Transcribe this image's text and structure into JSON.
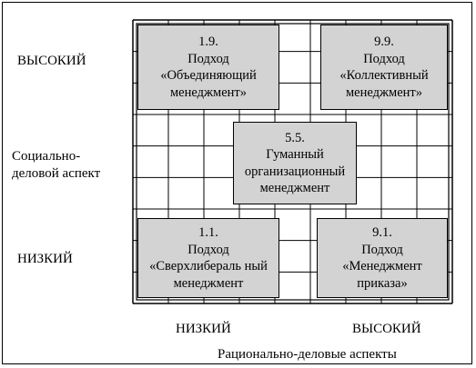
{
  "axes": {
    "y_high": "ВЫСОКИЙ",
    "y_title": "Социально-деловой аспект",
    "y_low": "НИЗКИЙ",
    "x_low": "НИЗКИЙ",
    "x_high": "ВЫСОКИЙ",
    "x_title": "Рационально-деловые аспекты"
  },
  "approaches": {
    "top_left": {
      "code": "1.9.",
      "kind": "Подход",
      "name": "«Объединяющий менеджмент»"
    },
    "top_right": {
      "code": "9.9.",
      "kind": "Подход",
      "name": "«Коллективный менеджмент»"
    },
    "center": {
      "code": "5.5.",
      "kind": "Гуманный",
      "name": "организационный менеджмент"
    },
    "bottom_left": {
      "code": "1.1.",
      "kind": "Подход",
      "name": "«Сверхлибераль ный менеджмент"
    },
    "bottom_right": {
      "code": "9.1.",
      "kind": "Подход",
      "name": "«Менеджмент приказа»"
    }
  },
  "colors": {
    "box_fill": "#d3d3d3",
    "line": "#000000",
    "background": "#ffffff"
  }
}
